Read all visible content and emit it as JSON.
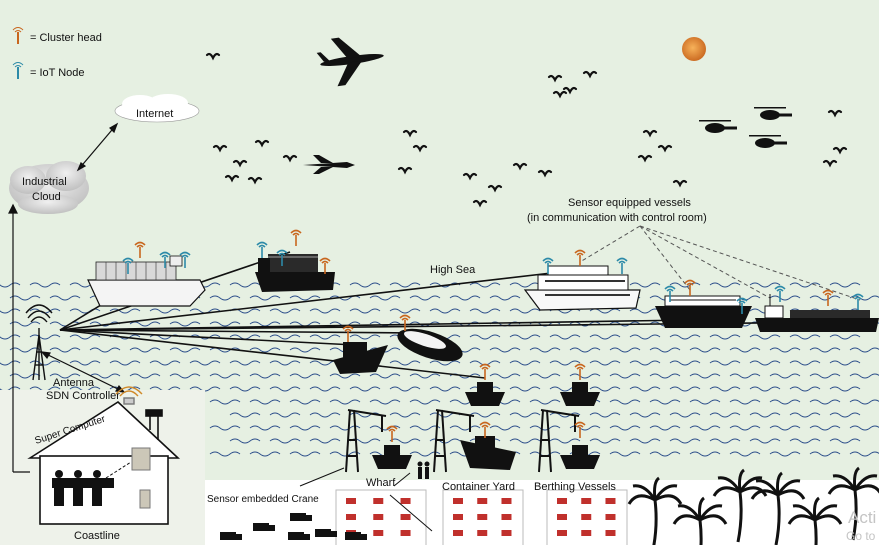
{
  "legend": {
    "cluster_head": "= Cluster head",
    "iot_node": "= IoT Node"
  },
  "labels": {
    "internet": "Internet",
    "industrial_cloud_line1": "Industrial",
    "industrial_cloud_line2": "Cloud",
    "sensor_vessels_line1": "Sensor equipped vessels",
    "sensor_vessels_line2": "(in communication with control room)",
    "high_sea": "High Sea",
    "antenna_line1": "Antenna",
    "antenna_line2": "SDN Controller",
    "super_computer": "Super Computer",
    "crane": "Sensor embedded  Crane",
    "wharf": "Wharf",
    "container_yard": "Container Yard",
    "berthing_vessels": "Berthing Vessels",
    "coastline": "Coastline",
    "watermark_line1": "Acti",
    "watermark_line2": "Go to"
  },
  "colors": {
    "sky": "#e6f0e2",
    "sea_line": "#2c4e8a",
    "cluster_head": "#c8661e",
    "iot_node": "#2c8aa8",
    "building_window": "#c0302c",
    "sun": "#e0852a",
    "silhouette": "#111111"
  }
}
